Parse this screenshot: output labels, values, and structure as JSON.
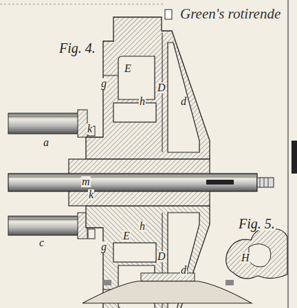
{
  "diagram": {
    "title": "Green's rotirende",
    "labels": [
      "Fig. 4.",
      "E",
      "g",
      "D",
      "d",
      "h",
      "a",
      "k",
      "m",
      "k",
      "h",
      "c",
      "E",
      "g",
      "D",
      "d",
      "Fig. 5.",
      "H"
    ]
  }
}
